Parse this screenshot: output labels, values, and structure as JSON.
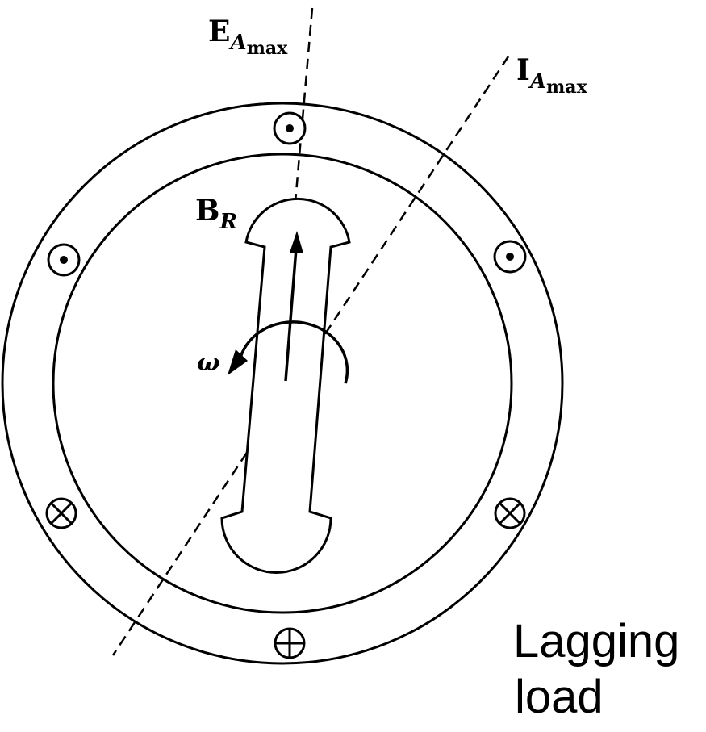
{
  "labels": {
    "e_vec": "E",
    "e_sub": "A",
    "e_subsub": "max",
    "i_vec": "I",
    "i_sub": "A",
    "i_subsub": "max",
    "b_vec": "B",
    "b_sub": "R",
    "omega": "ω"
  },
  "caption": {
    "line1": "Lagging",
    "line2": "load"
  },
  "conductor_marks": {
    "dot": "current-out-of-page",
    "cross": "current-into-page"
  },
  "colors": {
    "ink": "#000000",
    "paper": "#ffffff"
  }
}
